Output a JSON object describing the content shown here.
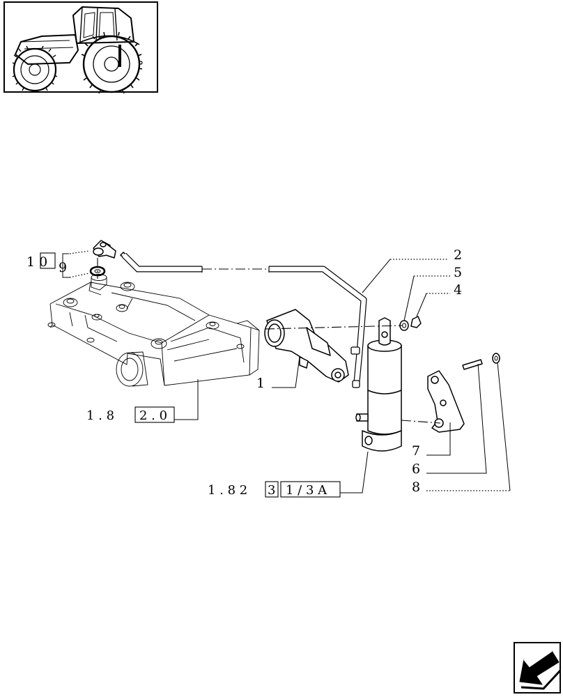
{
  "thumbnail": {
    "icon": "tractor-icon"
  },
  "nav": {
    "icon": "arrow-down-left-icon"
  },
  "callouts": {
    "c1": "1",
    "c2": "2",
    "c4": "4",
    "c5": "5",
    "c6": "6",
    "c7": "7",
    "c8": "8",
    "c9": "9",
    "c10": "1 0"
  },
  "references": {
    "ref_housing": {
      "prefix": "1 . 8 ",
      "boxed": "2 . 0"
    },
    "ref_cylinder": {
      "prefix": "1 . 8 2 ",
      "boxed_1": "3",
      "boxed_2": "1 / 3 A"
    }
  }
}
